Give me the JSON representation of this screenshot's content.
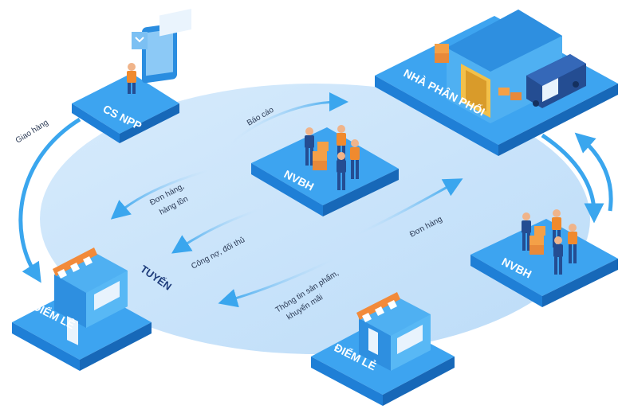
{
  "nodes": {
    "cs_npp": "CS NPP",
    "nha_phan_phoi": "NHÀ PHÂN PHỐI",
    "nvbh_center": "NVBH",
    "nvbh_right": "NVBH",
    "diem_le_left": "ĐIỂM LẺ",
    "diem_le_bottom": "ĐIỂM LẺ"
  },
  "route": "TUYẾN",
  "flows": {
    "giao_hang": "Giao hàng",
    "bao_cao": "Báo cáo",
    "don_hang_hang_ton_1": "Đơn hàng,",
    "don_hang_hang_ton_2": "hàng tồn",
    "cong_no_doi_thu": "Công nợ, đối thủ",
    "don_hang": "Đơn hàng",
    "thong_tin_1": "Thông tin sản phẩm,",
    "thong_tin_2": "khuyến mãi"
  },
  "icons": {
    "person": "worker-icon",
    "box": "box-icon",
    "shop": "shop-icon",
    "warehouse": "warehouse-icon",
    "truck": "truck-icon",
    "tablet": "tablet-icon"
  },
  "colors": {
    "platform_top": "#3da4f0",
    "platform_side": "#1f7fd6",
    "platform_dark": "#1768b8",
    "ellipse": "#cfe6fb",
    "arrow": "#3aa6ee",
    "awning_orange": "#f28a3a",
    "box_orange": "#f4a047",
    "text_dark": "#1d3b7a"
  }
}
